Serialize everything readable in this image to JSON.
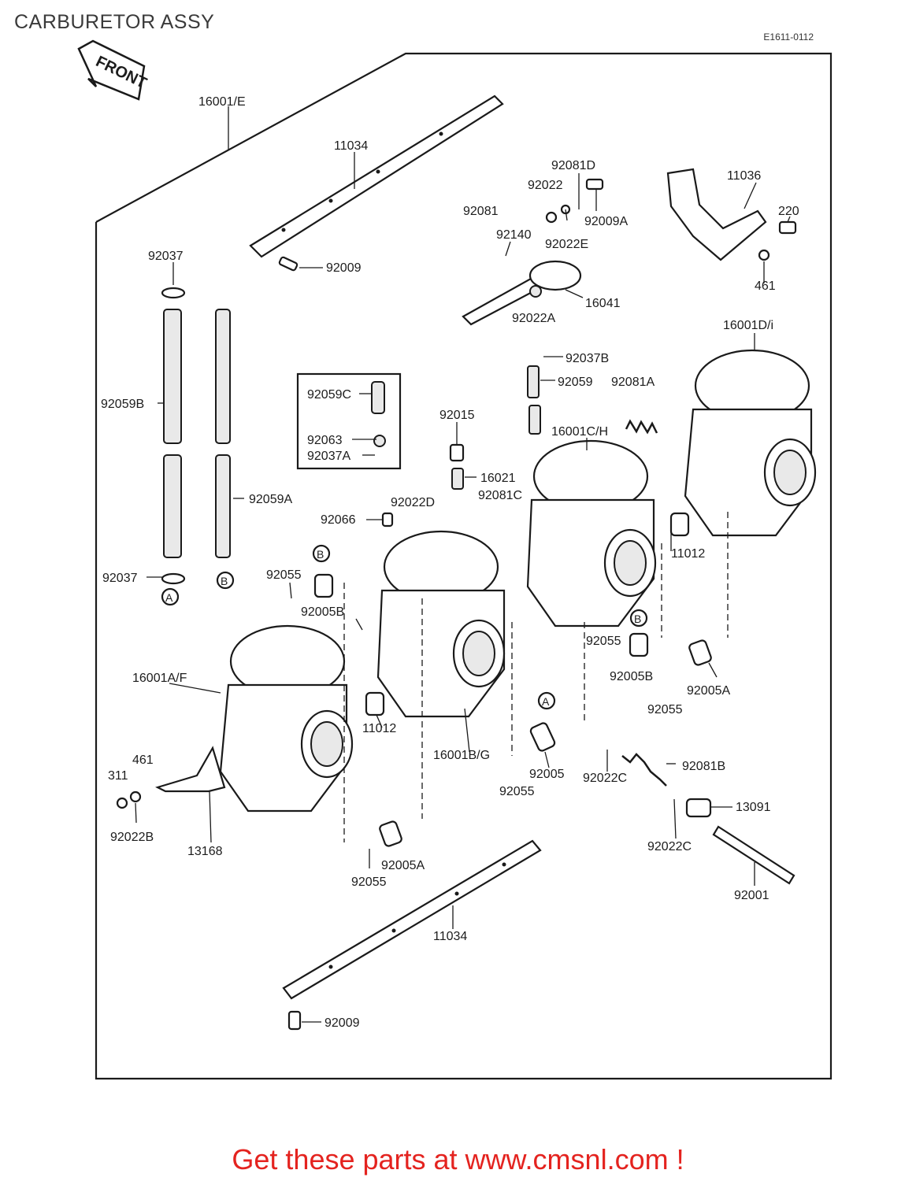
{
  "header": {
    "title": "CARBURETOR ASSY",
    "code": "E1611-0112"
  },
  "front_arrow": {
    "label": "FRONT"
  },
  "callouts": [
    "16001/E",
    "11034",
    "92009",
    "92037",
    "92059B",
    "92059A",
    "92037",
    "92081D",
    "92022",
    "92009A",
    "92022E",
    "92081",
    "92140",
    "16041",
    "92022A",
    "11036",
    "220",
    "461",
    "16001D/i",
    "92037B",
    "92059",
    "92081A",
    "16001C/H",
    "92059C",
    "92063",
    "92037A",
    "92015",
    "16021",
    "92022D",
    "92081C",
    "92066",
    "11012",
    "92055",
    "92005B",
    "16001A/F",
    "92055",
    "92005B",
    "92005A",
    "92055",
    "11012",
    "16001B/G",
    "92005",
    "92055",
    "92081B",
    "92022C",
    "13091",
    "92022C",
    "461",
    "311",
    "92022B",
    "13168",
    "92055",
    "92005A",
    "92001",
    "11034",
    "92009"
  ],
  "circle_marks": [
    "A",
    "B",
    "B",
    "B",
    "A"
  ],
  "footer": {
    "text": "Get these parts at www.cmsnl.com !",
    "color": "#e4231f"
  }
}
